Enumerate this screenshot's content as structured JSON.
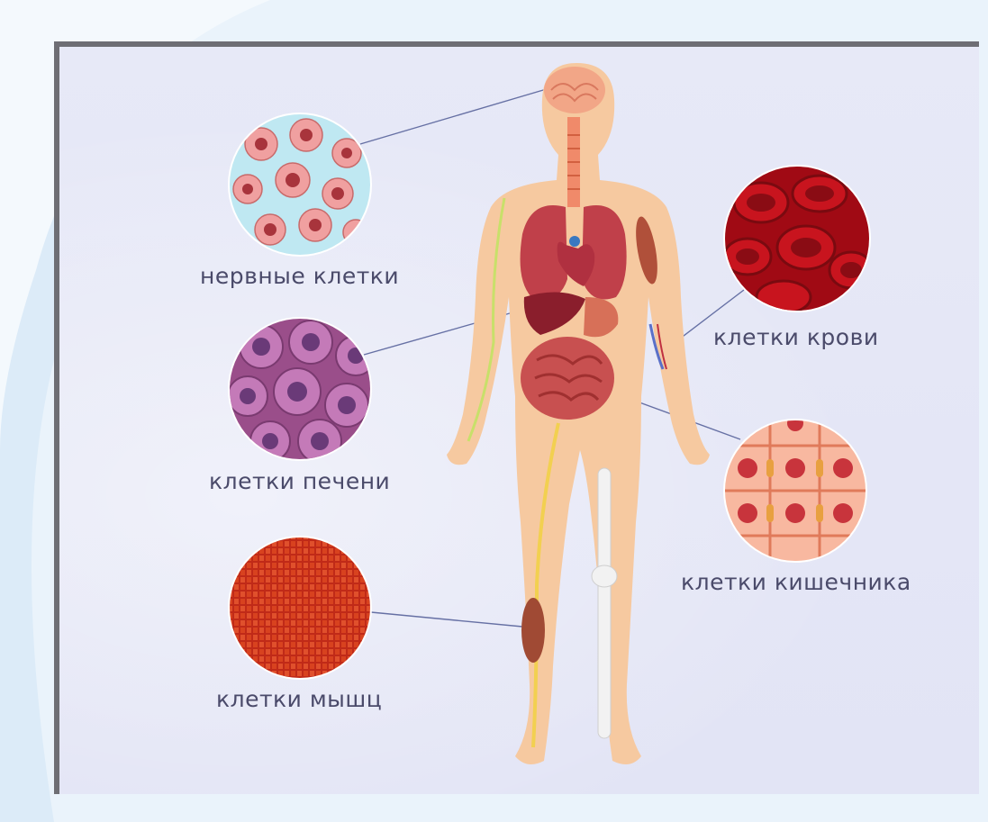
{
  "labels": {
    "nerve": "нервные клетки",
    "liver": "клетки печени",
    "muscle": "клетки мышц",
    "blood": "клетки крови",
    "intestine": "клетки кишечника"
  },
  "colors": {
    "background": "#eaf3fb",
    "panel": "#e4e6f6",
    "frame": "#6e6e74",
    "label_text": "#4a4a6a",
    "skin": "#f6c9a0",
    "nerve_cells": "#e98a8a",
    "liver_cells": "#a0508e",
    "muscle_cells": "#c8301e",
    "blood_cells": "#c0101a",
    "intestine_cells": "#f4a08a"
  },
  "icons": [
    "nerve-cells-icon",
    "liver-cells-icon",
    "muscle-cells-icon",
    "blood-cells-icon",
    "intestine-cells-icon",
    "human-body-figure"
  ]
}
